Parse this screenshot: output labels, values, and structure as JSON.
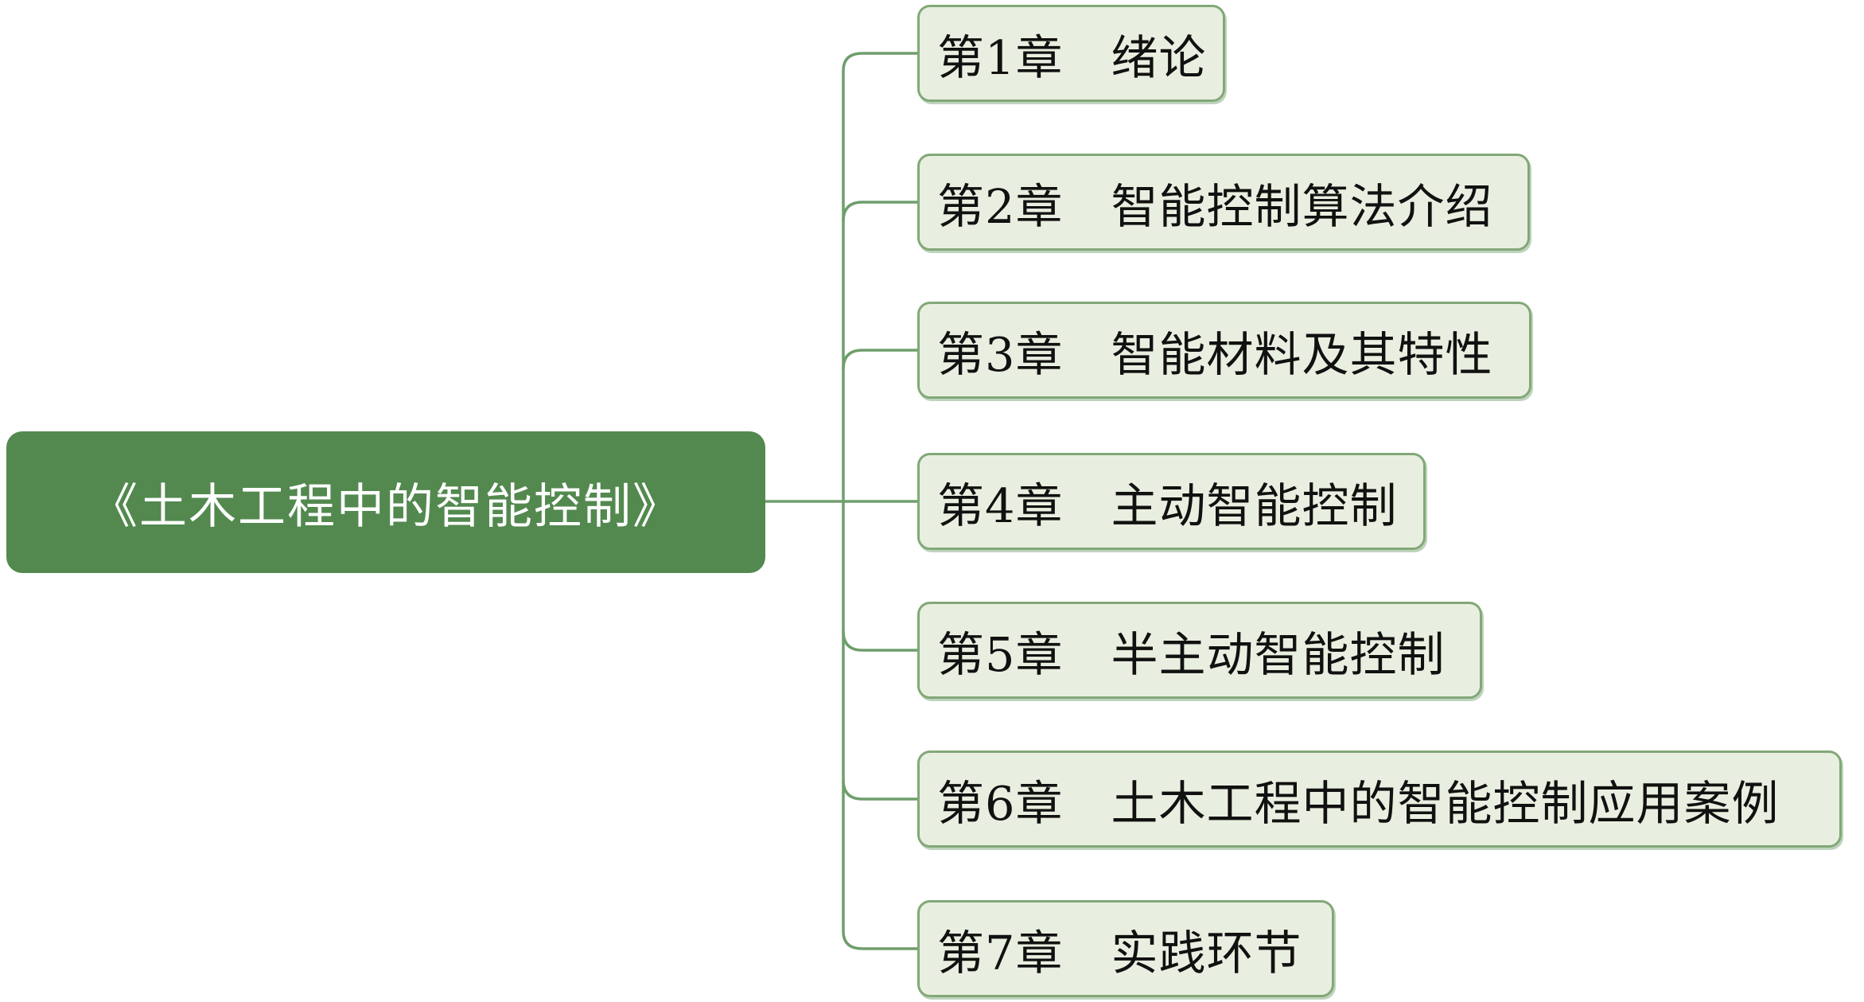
{
  "mindmap": {
    "root": {
      "label": "《土木工程中的智能控制》"
    },
    "chapters": [
      {
        "label": "第1章　绪论"
      },
      {
        "label": "第2章　智能控制算法介绍"
      },
      {
        "label": "第3章　智能材料及其特性"
      },
      {
        "label": "第4章　主动智能控制"
      },
      {
        "label": "第5章　半主动智能控制"
      },
      {
        "label": "第6章　土木工程中的智能控制应用案例"
      },
      {
        "label": "第7章　实践环节"
      }
    ],
    "colors": {
      "root_fill": "#53894f",
      "root_text": "#ffffff",
      "chapter_fill": "#e9efe0",
      "chapter_border": "#82a878",
      "chapter_text": "#111111",
      "connector": "#6f9e6c",
      "background": "#ffffff"
    }
  }
}
